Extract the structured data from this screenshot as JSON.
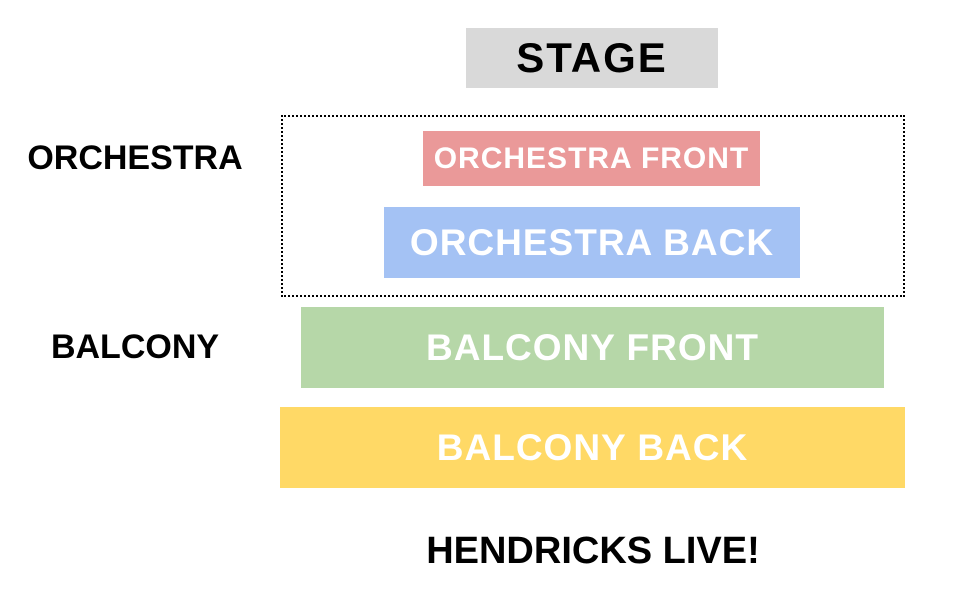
{
  "stage": {
    "label": "STAGE",
    "bg_color": "#d9d9d9",
    "text_color": "#000000"
  },
  "row_labels": {
    "orchestra": "ORCHESTRA",
    "balcony": "BALCONY"
  },
  "sections": [
    {
      "id": "orchestra-front",
      "label": "ORCHESTRA FRONT",
      "bg_color": "#ea9999",
      "text_color": "#ffffff"
    },
    {
      "id": "orchestra-back",
      "label": "ORCHESTRA BACK",
      "bg_color": "#a4c2f4",
      "text_color": "#ffffff"
    },
    {
      "id": "balcony-front",
      "label": "BALCONY FRONT",
      "bg_color": "#b6d7a8",
      "text_color": "#ffffff"
    },
    {
      "id": "balcony-back",
      "label": "BALCONY BACK",
      "bg_color": "#ffd966",
      "text_color": "#ffffff"
    }
  ],
  "venue": {
    "name": "HENDRICKS LIVE!"
  },
  "outline_color": "#000000",
  "background_color": "#ffffff"
}
